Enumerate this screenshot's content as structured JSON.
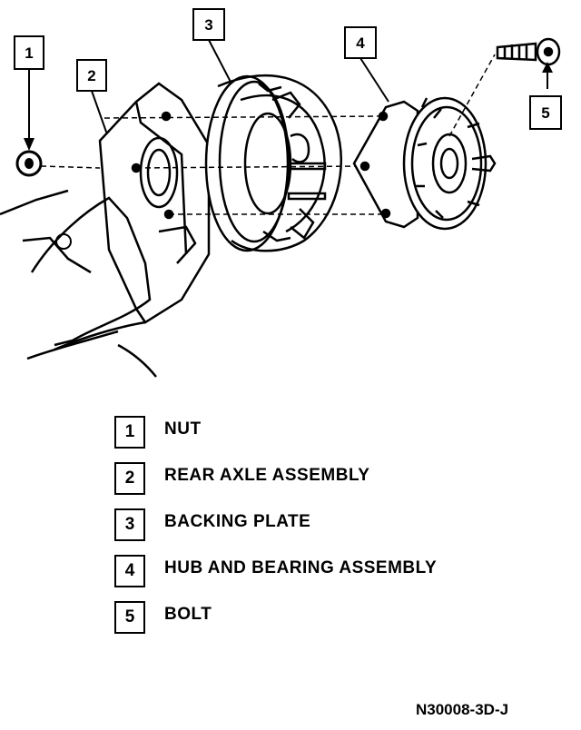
{
  "callouts": [
    {
      "num": "1"
    },
    {
      "num": "2"
    },
    {
      "num": "3"
    },
    {
      "num": "4"
    },
    {
      "num": "5"
    }
  ],
  "legend": [
    {
      "num": "1",
      "label": "NUT"
    },
    {
      "num": "2",
      "label": "REAR AXLE ASSEMBLY"
    },
    {
      "num": "3",
      "label": "BACKING PLATE"
    },
    {
      "num": "4",
      "label": "HUB AND BEARING ASSEMBLY"
    },
    {
      "num": "5",
      "label": "BOLT"
    }
  ],
  "figure_code": "N30008-3D-J"
}
